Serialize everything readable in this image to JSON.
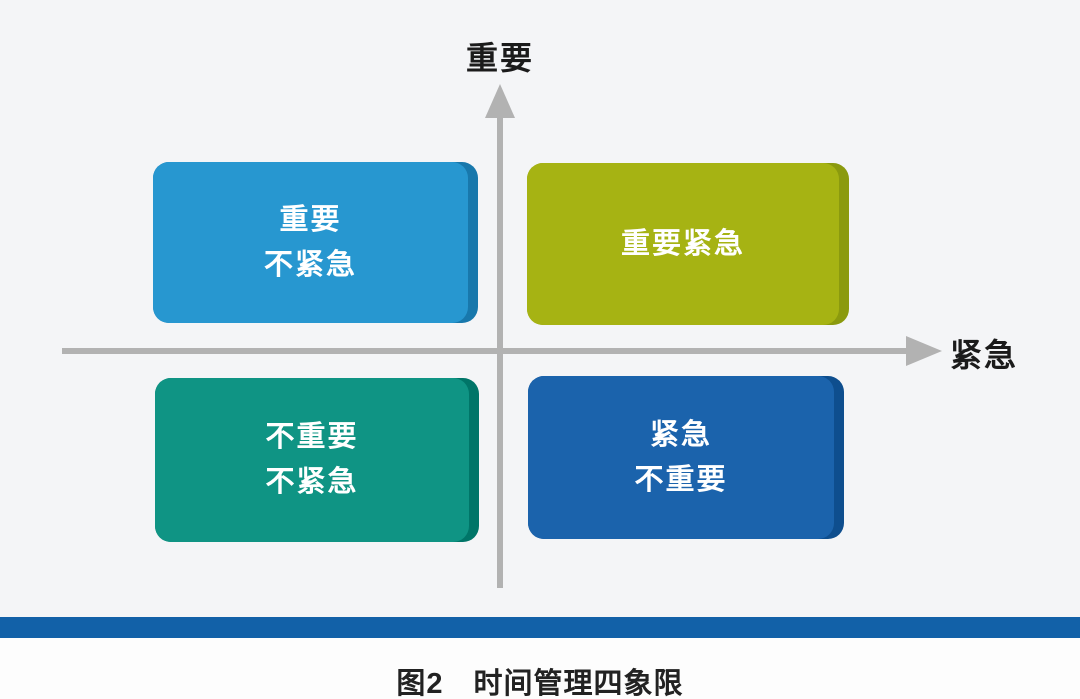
{
  "figure": {
    "y_axis_label": "重要",
    "x_axis_label": "紧急",
    "quadrants": [
      {
        "id": "top-left",
        "lines": [
          "重要",
          "不紧急"
        ],
        "fill_color": "#2797d0",
        "edge_color": "#1878ac"
      },
      {
        "id": "top-right",
        "lines": [
          "重要紧急"
        ],
        "fill_color": "#a6b313",
        "edge_color": "#8b9a0e"
      },
      {
        "id": "bottom-left",
        "lines": [
          "不重要",
          "不紧急"
        ],
        "fill_color": "#0f9484",
        "edge_color": "#007568"
      },
      {
        "id": "bottom-right",
        "lines": [
          "紧急",
          "不重要"
        ],
        "fill_color": "#1b63ac",
        "edge_color": "#0e4e8e"
      }
    ],
    "caption": "图2　时间管理四象限",
    "colors": {
      "background": "#f4f5f7",
      "axis": "#b2b2b2",
      "divider_bar": "#1261a8",
      "caption_strip": "#fdfdfd",
      "box_text": "#ffffff",
      "label_text": "#1b1b1b"
    }
  }
}
